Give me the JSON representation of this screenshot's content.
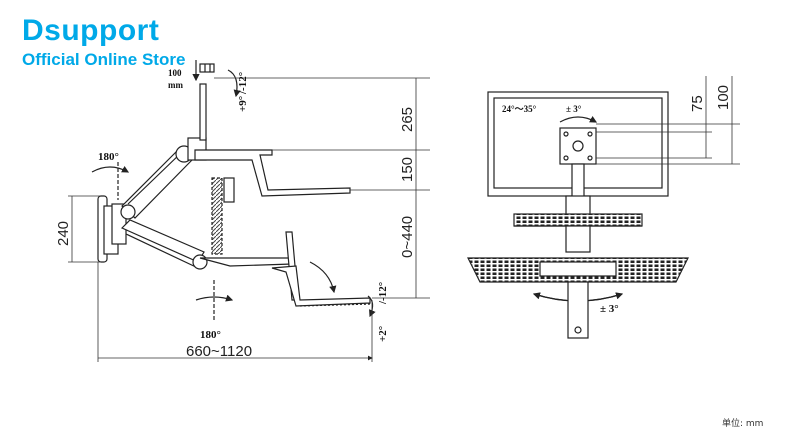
{
  "brand": {
    "name": "Dsupport",
    "subtitle": "Official Online Store",
    "color": "#00a9e8"
  },
  "side_view": {
    "rotation_top": "180°",
    "rotation_bottom": "180°",
    "monitor_tilt_up": "+9°",
    "monitor_tilt_down": "/-12°",
    "vesa_100": "100",
    "vesa_mm": "mm",
    "keyboard_tilt_up": "+2°",
    "keyboard_tilt_down": "/-12°",
    "dim_240": "240",
    "dim_265": "265",
    "dim_150": "150",
    "dim_range_vertical": "0~440",
    "dim_range_horizontal": "660~1120"
  },
  "front_view": {
    "screen_tilt_range": "24°～35°",
    "monitor_rotate": "± 3°",
    "tray_rotate": "± 3°",
    "vesa_75": "75",
    "vesa_100": "100"
  },
  "unit_label": "单位: mm"
}
